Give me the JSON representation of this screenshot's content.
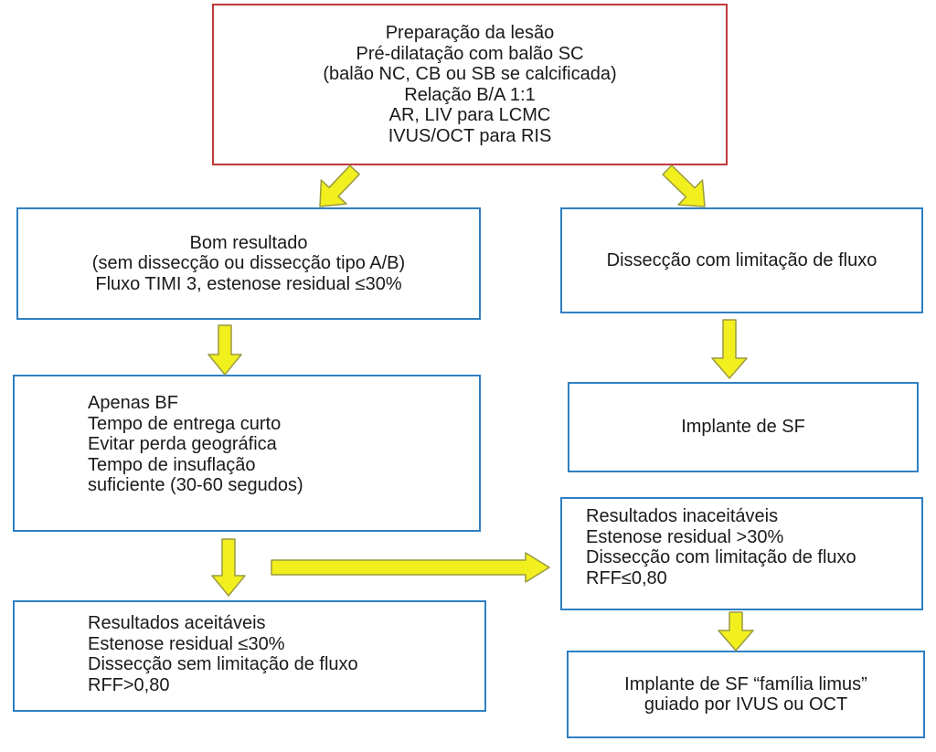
{
  "boxes": {
    "top": {
      "lines": [
        "Preparação da lesão",
        "Pré-dilatação com balão SC",
        "(balão NC, CB ou SB se calcificada)",
        "Relação B/A 1:1",
        "AR, LIV para LCMC",
        "IVUS/OCT para RIS"
      ]
    },
    "good_result": {
      "lines": [
        "Bom resultado",
        "(sem dissecção ou dissecção tipo A/B)",
        "Fluxo TIMI 3, estenose residual ≤30%"
      ]
    },
    "dissection_flow": {
      "lines": [
        "Dissecção com limitação de fluxo"
      ]
    },
    "only_bf": {
      "lines": [
        "Apenas BF",
        "Tempo de entrega curto",
        "Evitar perda geográfica",
        "Tempo de insuflação",
        "suficiente (30-60 segudos)"
      ]
    },
    "implant_sf": {
      "lines": [
        "Implante de SF"
      ]
    },
    "unacceptable": {
      "lines": [
        "Resultados inaceitáveis",
        "Estenose residual >30%",
        "Dissecção com limitação de fluxo",
        "RFF≤0,80"
      ]
    },
    "acceptable": {
      "lines": [
        "Resultados aceitáveis",
        "Estenose residual ≤30%",
        "Dissecção sem limitação de fluxo",
        "RFF>0,80"
      ]
    },
    "implant_limus": {
      "lines": [
        "Implante de SF “família limus”",
        "guiado por IVUS ou OCT"
      ]
    }
  },
  "colors": {
    "top_border": "#c0393b",
    "box_border": "#2f7fc1",
    "arrow_fill": "#f2ef1f",
    "arrow_stroke": "#9a9a40"
  }
}
